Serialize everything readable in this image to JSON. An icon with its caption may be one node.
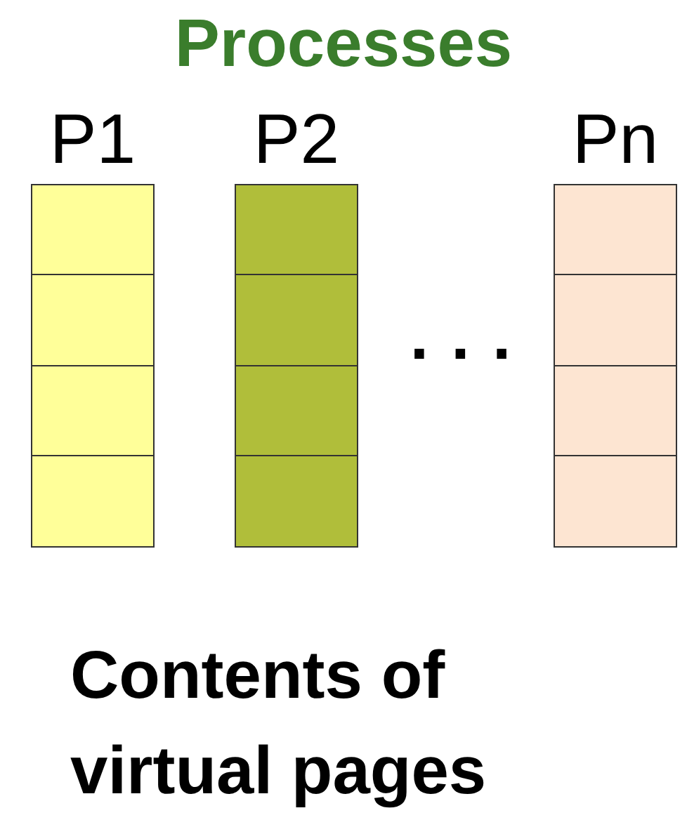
{
  "diagram": {
    "title": "Processes",
    "caption": "Contents of virtual pages",
    "nodes": [
      {
        "text": [
          "P1"
        ]
      },
      {
        "text": [],
        "shape": "box",
        "in": 0
      },
      {
        "text": [],
        "shape": "box",
        "in": 0
      },
      {
        "text": [],
        "shape": "box",
        "in": 0
      },
      {
        "text": [],
        "shape": "box",
        "in": 0
      },
      {
        "text": [
          "P2"
        ]
      },
      {
        "text": [],
        "shape": "box",
        "in": 5
      },
      {
        "text": [],
        "shape": "box",
        "in": 5
      },
      {
        "text": [],
        "shape": "box",
        "in": 5
      },
      {
        "text": [],
        "shape": "box",
        "in": 5
      },
      {
        "text": [
          "Pn"
        ]
      },
      {
        "text": [],
        "shape": "box",
        "in": 10
      },
      {
        "text": [],
        "shape": "box",
        "in": 10
      },
      {
        "text": [],
        "shape": "box",
        "in": 10
      },
      {
        "text": [],
        "shape": "box",
        "in": 10
      }
    ],
    "labels": [
      "· · ·"
    ]
  }
}
